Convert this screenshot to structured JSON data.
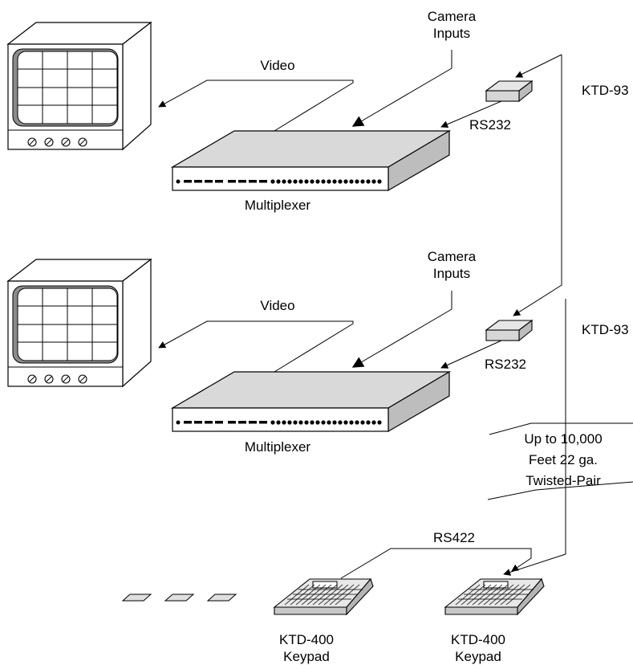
{
  "labels": {
    "camera_inputs_top_1": "Camera",
    "camera_inputs_top_2": "Inputs",
    "camera_inputs_mid_1": "Camera",
    "camera_inputs_mid_2": "Inputs",
    "video_top": "Video",
    "video_mid": "Video",
    "rs232_top": "RS232",
    "rs232_mid": "RS232",
    "multiplexer_top": "Multiplexer",
    "multiplexer_mid": "Multiplexer",
    "ktd93_top": "KTD-93",
    "ktd93_mid": "KTD-93",
    "distance_1": "Up to 10,000",
    "distance_2": "Feet 22 ga.",
    "distance_3": "Twisted-Pair",
    "rs422": "RS422",
    "keypad_left_1": "KTD-400",
    "keypad_left_2": "Keypad",
    "keypad_right_1": "KTD-400",
    "keypad_right_2": "Keypad"
  }
}
